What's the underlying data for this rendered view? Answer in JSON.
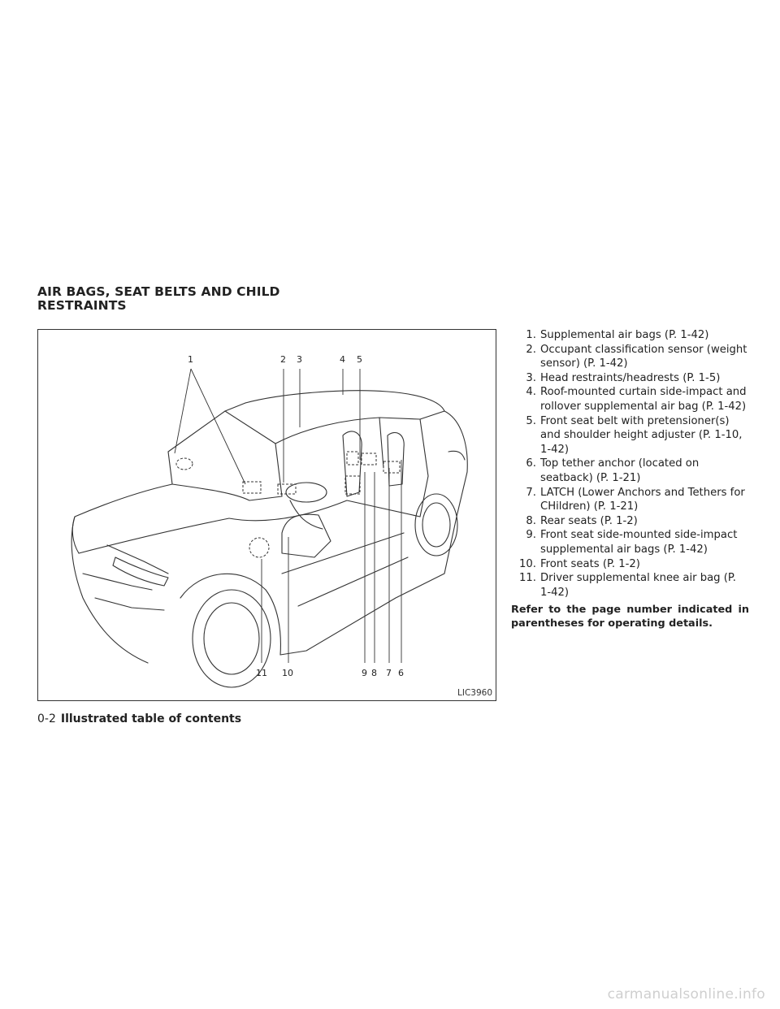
{
  "section": {
    "title_line1": "AIR BAGS, SEAT BELTS AND CHILD",
    "title_line2": "RESTRAINTS"
  },
  "figure": {
    "code": "LIC3960",
    "callouts_top": [
      "1",
      "2",
      "3",
      "4",
      "5"
    ],
    "callouts_bottom": [
      "11",
      "10",
      "9",
      "8",
      "7",
      "6"
    ]
  },
  "legend": {
    "items": [
      {
        "num": "1.",
        "text": "Supplemental air bags (P. 1-42)"
      },
      {
        "num": "2.",
        "text": "Occupant classification sensor (weight sensor) (P. 1-42)"
      },
      {
        "num": "3.",
        "text": "Head restraints/headrests (P. 1-5)"
      },
      {
        "num": "4.",
        "text": "Roof-mounted curtain side-impact and rollover supplemental air bag (P. 1-42)"
      },
      {
        "num": "5.",
        "text": "Front seat belt with pretensioner(s) and shoulder height adjuster (P. 1-10, 1-42)"
      },
      {
        "num": "6.",
        "text": "Top tether anchor (located on seatback) (P. 1-21)"
      },
      {
        "num": "7.",
        "text": "LATCH (Lower Anchors and Tethers for CHildren) (P. 1-21)"
      },
      {
        "num": "8.",
        "text": "Rear seats (P. 1-2)"
      },
      {
        "num": "9.",
        "text": "Front seat side-mounted side-impact supplemental air bags (P. 1-42)"
      },
      {
        "num": "10.",
        "text": "Front seats (P. 1-2)"
      },
      {
        "num": "11.",
        "text": "Driver supplemental knee air bag (P. 1-42)"
      }
    ],
    "note": "Refer to the page number indicated in parentheses for operating details."
  },
  "footer": {
    "page_number": "0-2",
    "title": "Illustrated table of contents"
  },
  "watermark": "carmanualsonline.info"
}
